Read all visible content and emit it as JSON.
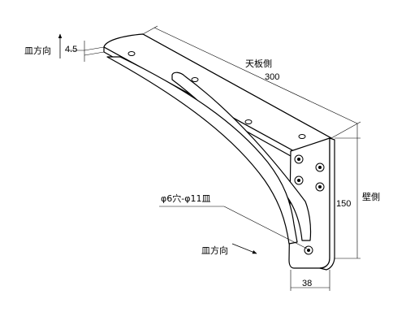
{
  "labels": {
    "dish_direction_top": "皿方向",
    "thickness": "4.5",
    "top_side": "天板側",
    "length": "300",
    "wall_side": "壁側",
    "height": "150",
    "hole_spec": "φ6穴-φ11皿",
    "dish_direction_bottom": "皿方向",
    "width": "38"
  },
  "colors": {
    "line": "#000000",
    "background": "#ffffff"
  }
}
